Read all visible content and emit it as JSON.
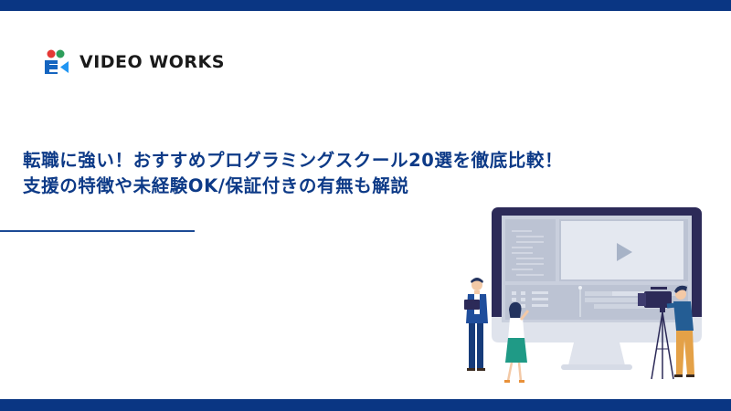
{
  "header": {
    "brand_name": "VIDEO WORKS",
    "logo_icon": "video-camera-logo-icon"
  },
  "article": {
    "title_line_1": "転職に強い！おすすめプログラミングスクール20選を徹底比較！",
    "title_line_2": "支援の特徴や未経験OK/保証付きの有無も解説"
  },
  "illustration": {
    "description": "video-editing-monitor-with-team-illustration",
    "play_icon": "play-icon"
  },
  "colors": {
    "brand_navy": "#0a3683",
    "title_blue": "#0d3a87",
    "logo_red": "#e53935",
    "logo_green": "#2e9e5b",
    "logo_blue": "#1565c0",
    "logo_light_blue": "#2196f3"
  }
}
